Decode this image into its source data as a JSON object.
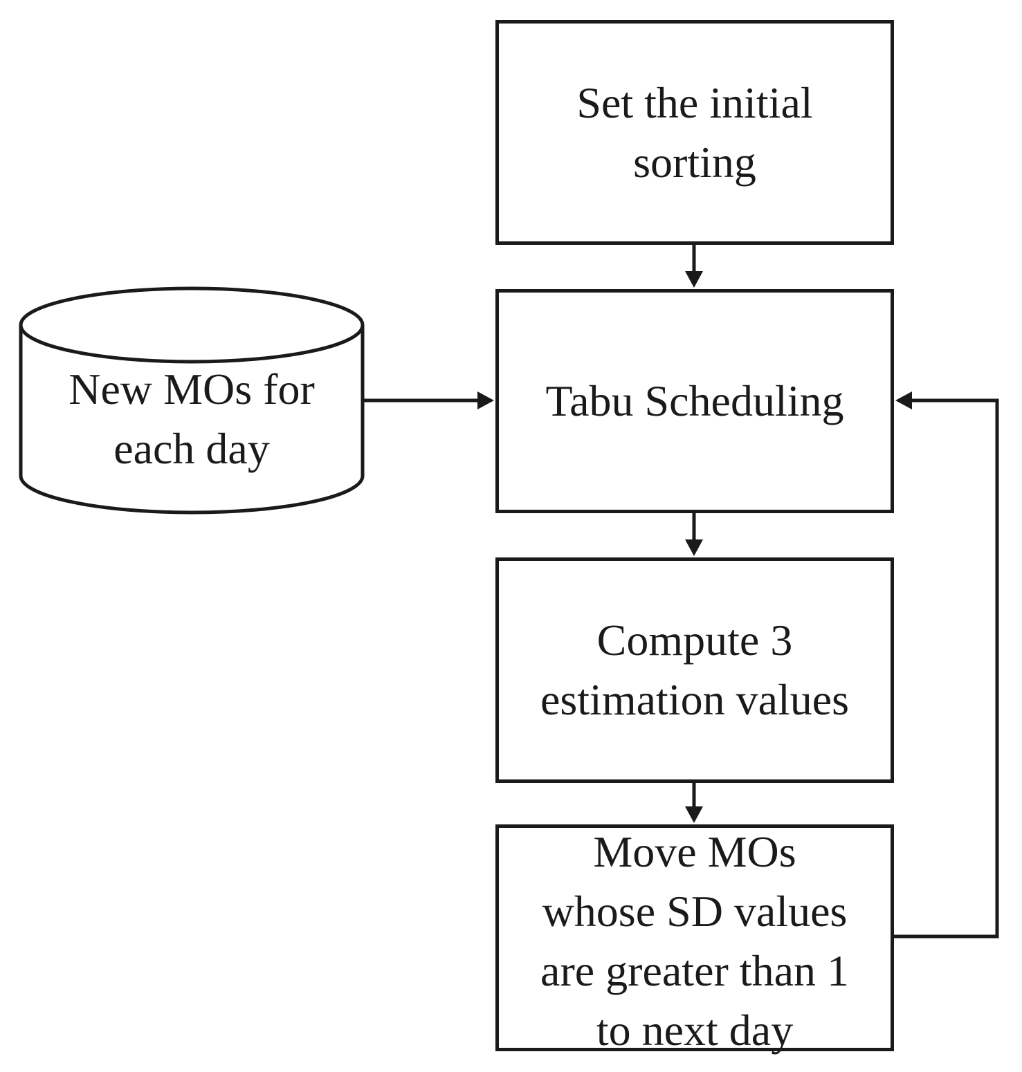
{
  "nodes": {
    "initial_sorting": {
      "lines": [
        "Set the initial",
        "sorting"
      ]
    },
    "tabu_scheduling": {
      "lines": [
        "Tabu Scheduling"
      ]
    },
    "compute_estimation": {
      "lines": [
        "Compute 3",
        "estimation values"
      ]
    },
    "move_mos": {
      "lines": [
        "Move MOs",
        "whose SD values",
        "are greater than 1",
        "to next day"
      ]
    },
    "new_mos_db": {
      "shape": "cylinder",
      "lines": [
        "New MOs for",
        "each day"
      ]
    }
  },
  "edges": [
    {
      "from": "initial_sorting",
      "to": "tabu_scheduling"
    },
    {
      "from": "new_mos_db",
      "to": "tabu_scheduling"
    },
    {
      "from": "tabu_scheduling",
      "to": "compute_estimation"
    },
    {
      "from": "compute_estimation",
      "to": "move_mos"
    },
    {
      "from": "move_mos",
      "to": "tabu_scheduling"
    }
  ],
  "colors": {
    "stroke": "#1a1a1a",
    "background": "#ffffff"
  }
}
